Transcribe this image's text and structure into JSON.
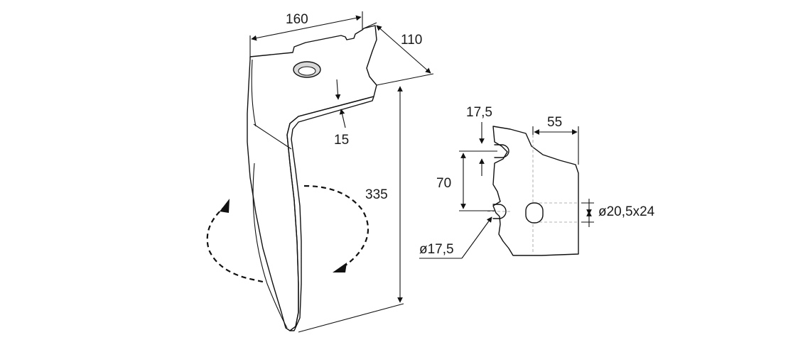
{
  "views": {
    "blade": {
      "width_label": "160",
      "depth_label": "110",
      "thickness_label": "15",
      "height_label": "335",
      "rotation_symbol": "rotation-arrows"
    },
    "detail": {
      "slot_width_label": "17,5",
      "slot_spacing_label": "70",
      "edge_distance_label": "55",
      "slot_hole_label": "ø20,5x24",
      "round_hole_label": "ø17,5"
    }
  },
  "colors": {
    "line": "#111111",
    "metal_light": "#f4f4f4",
    "metal_shade": "#c9c9c9",
    "edge_dark": "#8a8a8a"
  }
}
